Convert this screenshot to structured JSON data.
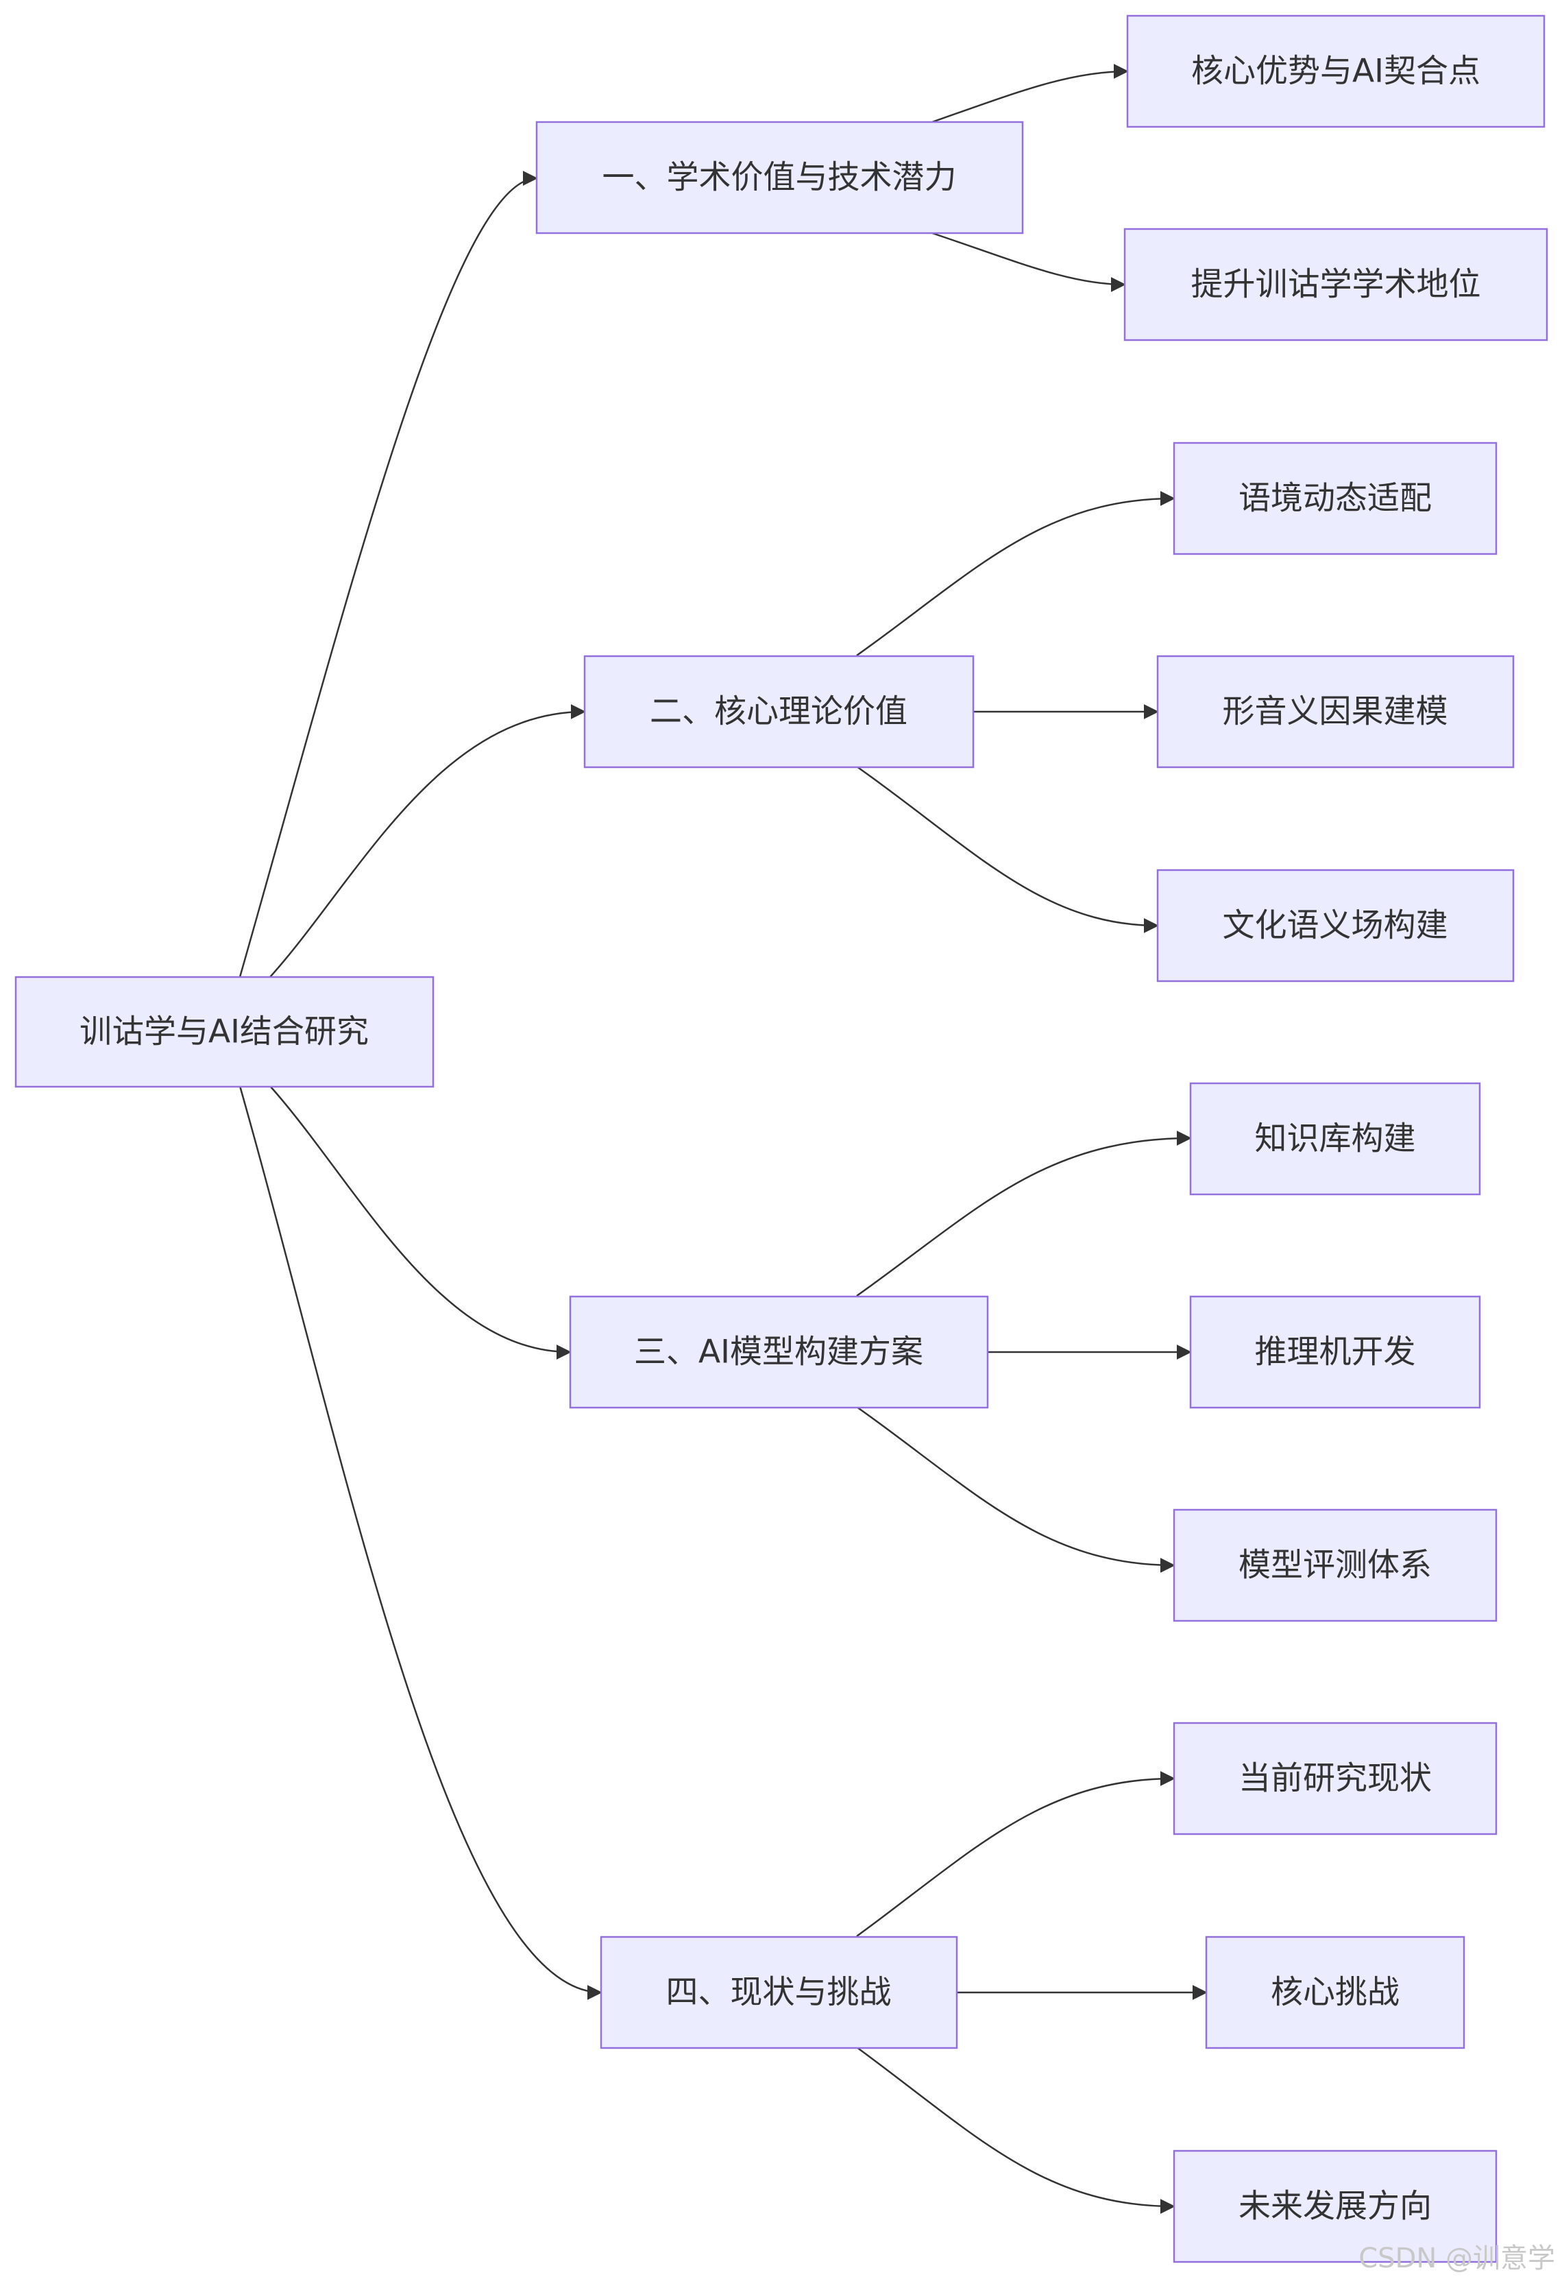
{
  "diagram": {
    "nodes": [
      {
        "id": "root",
        "label": "训诂学与AI结合研究"
      },
      {
        "id": "s1",
        "label": "一、学术价值与技术潜力"
      },
      {
        "id": "s1a",
        "label": "核心优势与AI契合点"
      },
      {
        "id": "s1b",
        "label": "提升训诂学学术地位"
      },
      {
        "id": "s2",
        "label": "二、核心理论价值"
      },
      {
        "id": "s2a",
        "label": "语境动态适配"
      },
      {
        "id": "s2b",
        "label": "形音义因果建模"
      },
      {
        "id": "s2c",
        "label": "文化语义场构建"
      },
      {
        "id": "s3",
        "label": "三、AI模型构建方案"
      },
      {
        "id": "s3a",
        "label": "知识库构建"
      },
      {
        "id": "s3b",
        "label": "推理机开发"
      },
      {
        "id": "s3c",
        "label": "模型评测体系"
      },
      {
        "id": "s4",
        "label": "四、现状与挑战"
      },
      {
        "id": "s4a",
        "label": "当前研究现状"
      },
      {
        "id": "s4b",
        "label": "核心挑战"
      },
      {
        "id": "s4c",
        "label": "未来发展方向"
      }
    ],
    "edges": [
      {
        "from": "root",
        "to": "s1"
      },
      {
        "from": "root",
        "to": "s2"
      },
      {
        "from": "root",
        "to": "s3"
      },
      {
        "from": "root",
        "to": "s4"
      },
      {
        "from": "s1",
        "to": "s1a"
      },
      {
        "from": "s1",
        "to": "s1b"
      },
      {
        "from": "s2",
        "to": "s2a"
      },
      {
        "from": "s2",
        "to": "s2b"
      },
      {
        "from": "s2",
        "to": "s2c"
      },
      {
        "from": "s3",
        "to": "s3a"
      },
      {
        "from": "s3",
        "to": "s3b"
      },
      {
        "from": "s3",
        "to": "s3c"
      },
      {
        "from": "s4",
        "to": "s4a"
      },
      {
        "from": "s4",
        "to": "s4b"
      },
      {
        "from": "s4",
        "to": "s4c"
      }
    ]
  },
  "watermark": "CSDN @训意学"
}
